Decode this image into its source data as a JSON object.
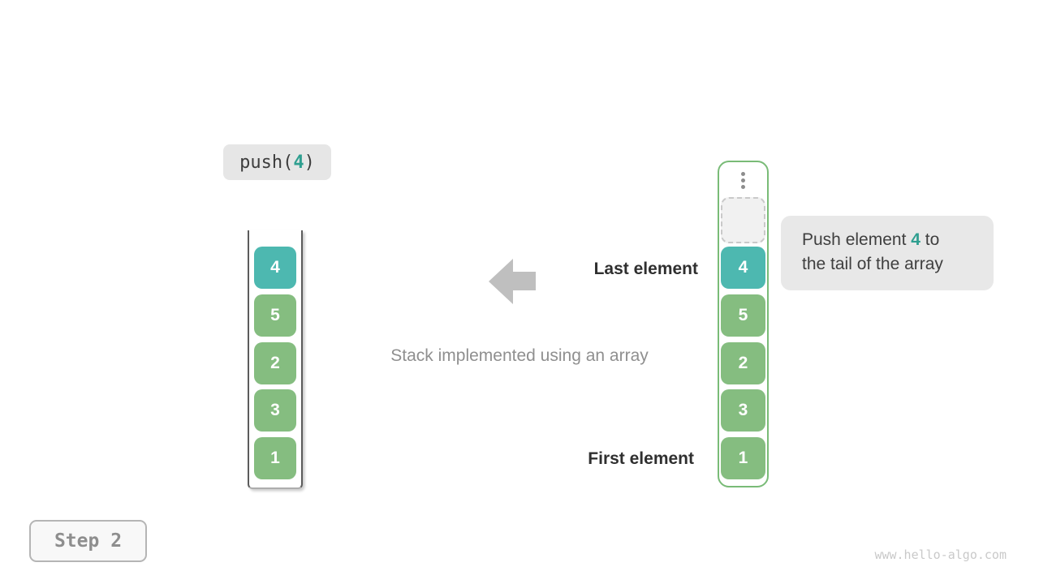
{
  "colors": {
    "teal_cell": "#4db8b0",
    "green_cell": "#85bd80",
    "array_border_green": "#79bb77",
    "accent_text": "#2f9f90",
    "badge_bg": "#e6e6e6",
    "annotation_bg": "#e8e8e8"
  },
  "operation_badge": {
    "prefix": "push(",
    "argument": "4",
    "suffix": ")"
  },
  "left_stack": {
    "items": [
      "4",
      "5",
      "2",
      "3",
      "1"
    ],
    "highlight_index": 0
  },
  "right_stack": {
    "items": [
      "4",
      "5",
      "2",
      "3",
      "1"
    ],
    "highlight_index": 0,
    "has_empty_slot": true
  },
  "labels": {
    "last_element": "Last element",
    "first_element": "First element",
    "caption": "Stack implemented using an array"
  },
  "annotation": {
    "line1_prefix": "Push element ",
    "line1_value": "4",
    "line1_suffix": " to",
    "line2": "the tail of the array"
  },
  "step_badge": {
    "label": "Step 2"
  },
  "watermark": "www.hello-algo.com"
}
